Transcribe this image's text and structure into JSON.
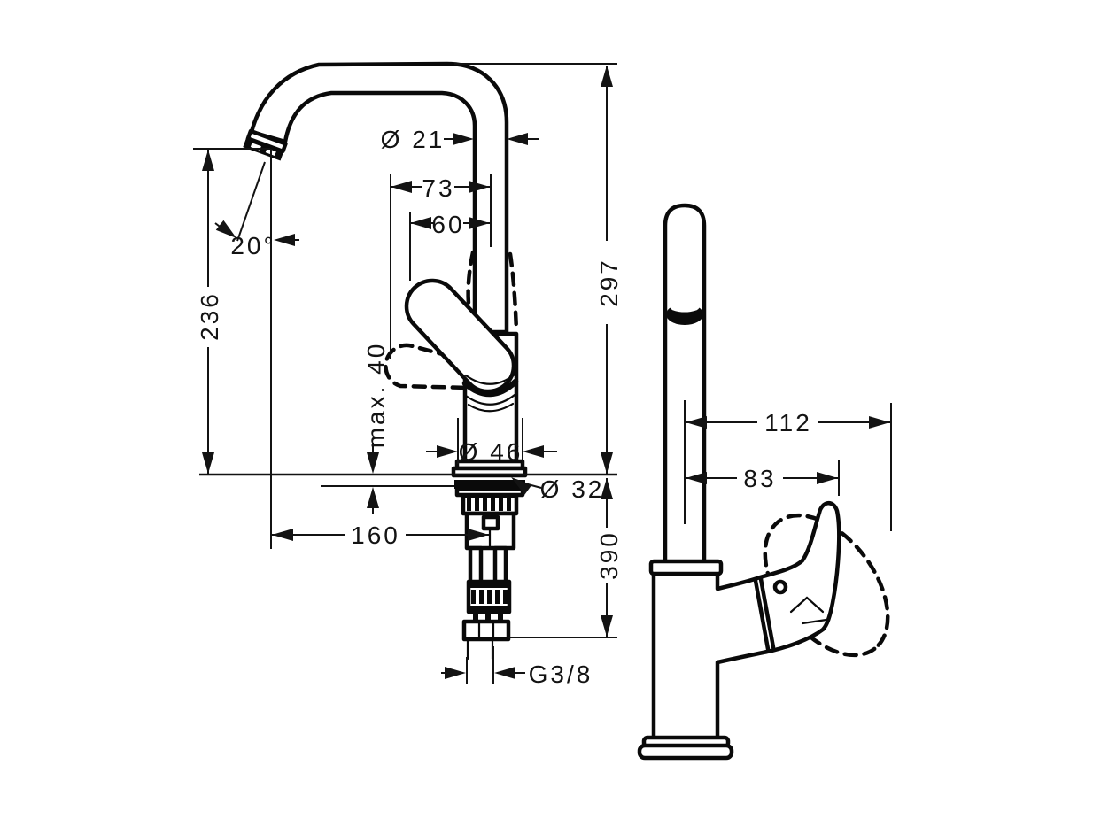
{
  "front_view": {
    "spout_diameter": "Ø 21",
    "handle_projection_open": "73",
    "handle_projection": "60",
    "outlet_angle": "20°",
    "outlet_height": "236",
    "total_height": "297",
    "max_mounting_thickness": "max. 40",
    "base_diameter": "Ø 46",
    "mounting_hole_diameter": "Ø 32",
    "spout_reach": "160",
    "hose_length": "390",
    "connection_thread": "G3/8"
  },
  "side_view": {
    "handle_swing_reach": "112",
    "handle_reach": "83"
  }
}
